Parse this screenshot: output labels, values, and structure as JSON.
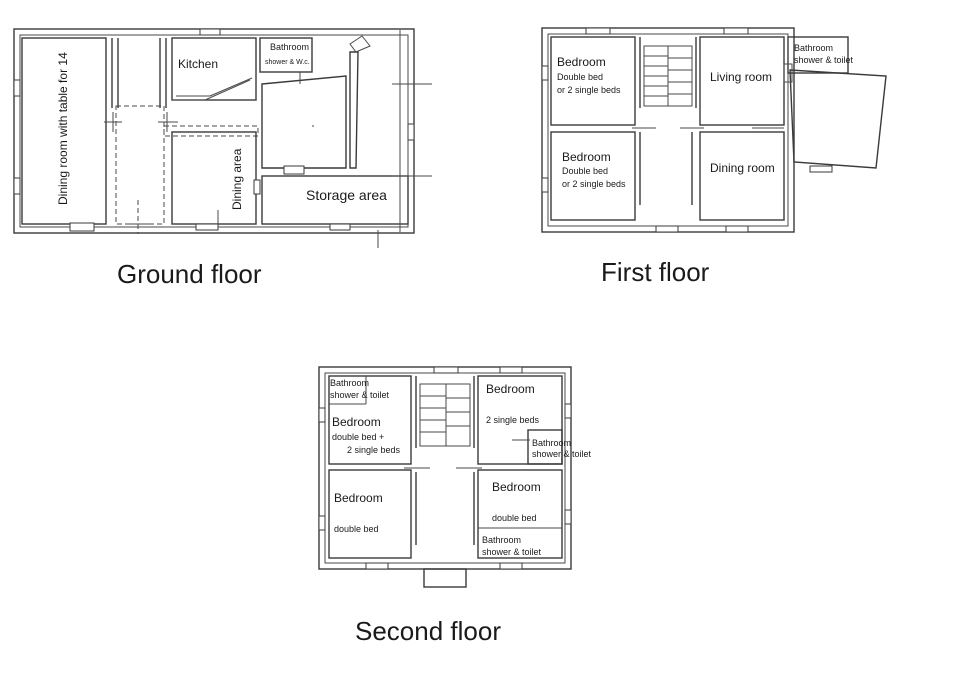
{
  "ground": {
    "title": "Ground  floor",
    "dining_room": "Dining room with table for 14",
    "kitchen": "Kitchen",
    "bathroom": "Bathroom",
    "bathroom_sub": "shower & W.c.",
    "dining_area": "Dining area",
    "storage": "Storage area"
  },
  "first": {
    "title": "First floor",
    "bedroom1": "Bedroom",
    "bedroom1_l1": "Double bed",
    "bedroom1_l2": "or 2 single beds",
    "bedroom2": "Bedroom",
    "bedroom2_l1": "Double bed",
    "bedroom2_l2": "or 2 single beds",
    "living": "Living room",
    "dining": "Dining room",
    "bathroom": "Bathroom",
    "bathroom_sub": "shower & toilet"
  },
  "second": {
    "title": "Second floor",
    "bath_tl": "Bathroom",
    "bath_tl_sub": "shower & toilet",
    "bedroom_tl": "Bedroom",
    "bedroom_tl_l1": "double bed +",
    "bedroom_tl_l2": "2 single beds",
    "bedroom_tr": "Bedroom",
    "bedroom_tr_l1": "2 single beds",
    "bath_r": "Bathroom",
    "bath_r_sub": "shower & toilet",
    "bedroom_bl": "Bedroom",
    "bedroom_bl_l1": "double bed",
    "bedroom_br": "Bedroom",
    "bedroom_br_l1": "double bed",
    "bath_b": "Bathroom",
    "bath_b_sub": "shower & toilet"
  }
}
